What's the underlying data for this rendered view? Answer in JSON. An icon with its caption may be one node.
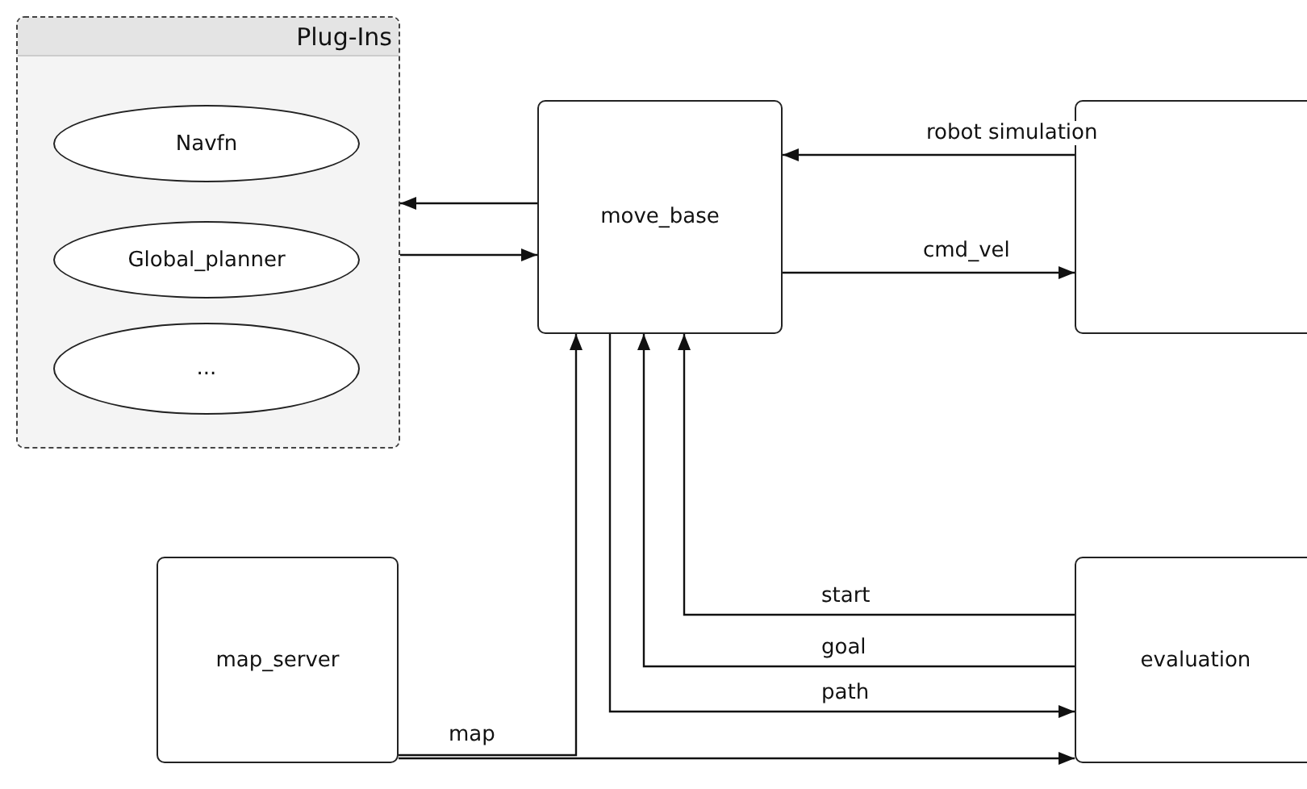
{
  "diagram": {
    "nodes": [
      {
        "text": [
          "Plug-Ins"
        ]
      },
      {
        "text": [
          "Navfn"
        ],
        "in": 0
      },
      {
        "text": [
          "Global_planner"
        ],
        "in": 0
      },
      {
        "text": [
          "..."
        ],
        "in": 0
      },
      {
        "text": [
          "move_base"
        ]
      },
      {
        "text": [],
        "shape": "box"
      },
      {
        "text": [
          "map_server"
        ]
      },
      {
        "text": [
          "evaluation"
        ]
      }
    ],
    "edges": [
      {
        "from": 4,
        "to": 0,
        "arrow": "to"
      },
      {
        "from": 0,
        "to": 4,
        "arrow": "to"
      },
      {
        "from": 5,
        "to": 4,
        "arrow": "to",
        "label": "robot simulation"
      },
      {
        "from": 4,
        "to": 5,
        "arrow": "to",
        "label": "cmd_vel"
      },
      {
        "from": 6,
        "to": 4,
        "arrow": "to",
        "label": "map"
      },
      {
        "from": 6,
        "to": 7,
        "arrow": "to"
      },
      {
        "from": 7,
        "to": 4,
        "arrow": "to",
        "label": "start"
      },
      {
        "from": 7,
        "to": 4,
        "arrow": "to",
        "label": "goal"
      },
      {
        "from": 4,
        "to": 7,
        "arrow": "to",
        "label": "path"
      }
    ]
  }
}
